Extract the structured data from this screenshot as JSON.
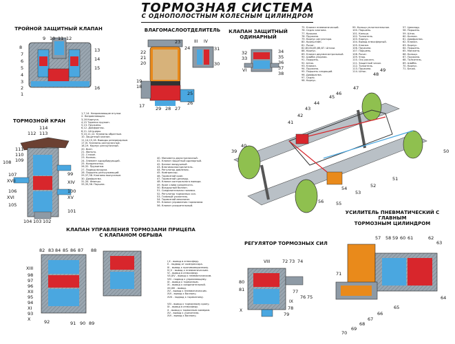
{
  "header": {
    "title": "ТОРМОЗНАЯ СИСТЕМА",
    "subtitle": "С ОДНОПОЛОСТНЫМ КОЛЕСНЫМ ЦИЛИНДРОМ"
  },
  "captions": {
    "triple_valve": "ТРОЙНОЙ ЗАЩИТНЫЙ КЛАПАН",
    "moisture_separator": "ВЛАГОМАСЛООТДЕЛИТЕЛЬ",
    "single_valve": "КЛАПАН ЗАЩИТНЫЙ\nОДИНАРНЫЙ",
    "brake_valve": "ТОРМОЗНОЙ КРАН",
    "trailer_valve": "КЛАПАН УПРАВЛЕНИЯ ТОРМОЗАМИ ПРИЦЕПА\nС КЛАПАНОМ ОБРЫВА",
    "force_regulator": "РЕГУЛЯТОР ТОРМОЗНЫХ СИЛ",
    "booster": "УСИЛИТЕЛЬ ПНЕВМАТИЧЕСКИЙ С ГЛАВНЫМ\nТОРМОЗНЫМ ЦИЛИНДРОМ"
  },
  "callouts": {
    "triple_valve": [
      "8",
      "9",
      "10",
      "11",
      "12",
      "13",
      "7",
      "6",
      "5",
      "4",
      "3",
      "2",
      "1",
      "14",
      "15",
      "16"
    ],
    "moisture_separator": [
      "22",
      "23",
      "24",
      "21",
      "20",
      "19",
      "18",
      "17",
      "29",
      "28",
      "27",
      "26",
      "25",
      "31",
      "III",
      "IV",
      "30"
    ],
    "single_valve": [
      "32",
      "33",
      "34",
      "35",
      "36",
      "37",
      "38",
      "VI"
    ],
    "brake_valve": [
      "114",
      "113",
      "112",
      "111",
      "110",
      "109",
      "108",
      "107",
      "XVII",
      "106",
      "XVI",
      "105",
      "104",
      "103",
      "102",
      "101",
      "XV",
      "100",
      "XIV",
      "99"
    ],
    "chassis": [
      "39",
      "40",
      "41",
      "42",
      "43",
      "44",
      "45",
      "46",
      "47",
      "48",
      "49",
      "50",
      "51",
      "52",
      "53",
      "54",
      "55",
      "56"
    ],
    "trailer_valve": [
      "82",
      "83",
      "84",
      "85",
      "86",
      "87",
      "88",
      "XIII",
      "98",
      "97",
      "96",
      "XII",
      "95",
      "94",
      "XI",
      "93",
      "X",
      "92",
      "91",
      "90",
      "89"
    ],
    "force_regulator": [
      "VIII",
      "72",
      "73",
      "74",
      "80",
      "81",
      "77",
      "76",
      "75",
      "IX",
      "78",
      "79",
      "X"
    ],
    "booster": [
      "57",
      "58",
      "59",
      "60",
      "61",
      "62",
      "63",
      "71",
      "64",
      "65",
      "66",
      "67",
      "68",
      "69",
      "70"
    ]
  },
  "legends": {
    "brake_valve_list": [
      "1,7,14. Направляющие втулки.",
      "2. Направляющая.",
      "3,16 Корпуса.",
      "4,15 Тарелки пружин.",
      "5,13. Пружины.",
      "6,12. Диафрагмы.",
      "8,11. Штуцеры.",
      "9,10,11,12. Клапаны обратные.",
      "10. Защитный клапан.",
      "11,14,15,16. Выводы резервуарные.",
      "17,VI. Клапаны разгрузочные.",
      "18,19. Корпус разгрузочный.",
      "20. Винт.",
      "21. Фильтр.",
      "22. Стакан.",
      "23. Колпак.",
      "24. Элемент адсорбирующий.",
      "25. Конденсатор.",
      "26,32. Пружинки.",
      "27. Подвод воздуха.",
      "28. Поршень разгружающий.",
      "29,37,38. Клапаны выпускные.",
      "30. Диафрагма.",
      "31,34. Фланцы.",
      "33,35,36. Поршни."
    ],
    "brake_valve_list2": [
      "40. Манометр двухстрелочный.",
      "41. Клапан защитный одинарный.",
      "42. Баллон воздушный.",
      "43. Влагомаслоотделитель.",
      "44. Регулятор давления.",
      "45. Компрессор.",
      "46. Тормозной кран.",
      "47. Тормозной цилиндр.",
      "48. Клапан контрольного вывода.",
      "49. Кран слива конденсата.",
      "50. Воздушный баллон.",
      "51. Соединительная головка.",
      "52. Регулятор тормозных сил.",
      "53. Главный усилитель.",
      "54. Тормозной механизм.",
      "55. Клапан управления тормозами.",
      "56. Клапан ускорительный."
    ],
    "chassis_list": [
      "75. Клапан пневматический.",
      "76. Седло клапана.",
      "77. Крышка.",
      "78. Пружина.",
      "79. Корпус регулятора.",
      "80. Кронштейн.",
      "81. Рычаг.",
      "82,83,84,85,86,87. Штоки.",
      "88. Корпус.",
      "89. Клапан двухмагистральный.",
      "90. Шайба упорная.",
      "91. Поршень.",
      "92. Шток.",
      "93. Клапан.",
      "94. Пружина.",
      "95. Поршень следящий.",
      "96. Диафрагма.",
      "97. Седло.",
      "98. Корпус."
    ],
    "chassis_list2": [
      "99. Кольцо уплотнительное.",
      "100. Поршень.",
      "101. Кольцо.",
      "102. Толкатель.",
      "103. Корпус.",
      "104. Вывод атмосферный.",
      "105. Клапан.",
      "106. Пружина.",
      "107. Поршень.",
      "108. Рычаг.",
      "109. Упор.",
      "110. Ось рычага.",
      "111. Защитный чехол.",
      "112. Толкатель.",
      "113. Пружина.",
      "114. Шток."
    ],
    "chassis_list3": [
      "57. Цилиндр.",
      "58. Поршень.",
      "59. Шток.",
      "60. Колпак.",
      "61. Диафрагма.",
      "62. Клапан.",
      "63. Корпус.",
      "64. Поршень.",
      "65. Манжета.",
      "66. Кольцо.",
      "67. Пружина.",
      "68. Толкатель.",
      "69. Шайба.",
      "70. Корпус.",
      "71. Бачок."
    ],
    "trailer_legend": [
      "I,X - вывод в атмосферу.",
      "II - подвод от компрессора.",
      "III - вывод к противоморозному.",
      "IV,V - вывод к пневматическим.",
      "VI - вывод в атмосферу.",
      "VII,XIV - вывод к пневматическим.",
      "VIII - подвод к управляющему.",
      "IX - вывод к тормозным.",
      "XI - вывод к соединительной.",
      "XII,XIII - вывод.",
      "XV - вывод к пневматическим.",
      "XVI - вывод к баллону.",
      "XVII - подвод к тормозному."
    ],
    "regulator_legend": [
      "VIII - вывод к тормозному крану.",
      "IX - вывод в атмосферу.",
      "X - вывод к тормозным камерам.",
      "XV - вывод к усилителю.",
      "XVI - вывод к баллону."
    ]
  },
  "colors": {
    "pressure_red": "#d8262c",
    "air_blue": "#4aa7e0",
    "body_grey": "#8e9aa5",
    "frame_grey": "#b9c0c6",
    "wheel_green": "#8fc04f",
    "oil_orange": "#e98a1b",
    "handle_brown": "#6b4032"
  }
}
